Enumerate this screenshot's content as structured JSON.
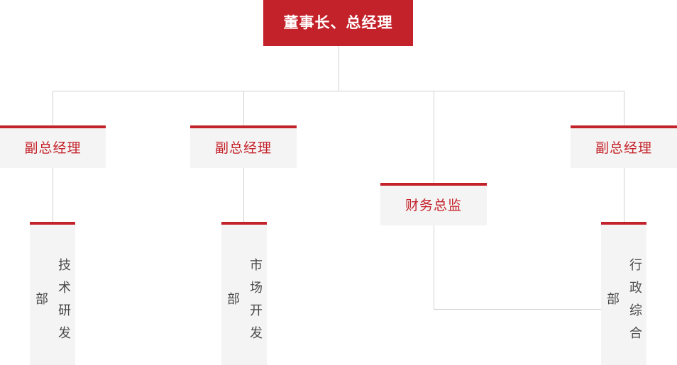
{
  "chart": {
    "type": "org-chart",
    "title": "",
    "background_color": "#ffffff",
    "accent_color": "#c4222a",
    "box_fill_color": "#f4f4f4",
    "line_color": "#d2d2d2",
    "nodes": {
      "executive": {
        "label": "董事长、总经理",
        "level": 1,
        "style": "solid-red",
        "text_color": "#ffffff"
      },
      "deputy_1": {
        "label": "副总经理",
        "level": 2,
        "style": "gray-red-top",
        "text_color": "#c4222a"
      },
      "deputy_2": {
        "label": "副总经理",
        "level": 2,
        "style": "gray-red-top",
        "text_color": "#c4222a"
      },
      "deputy_3": {
        "label": "副总经理",
        "level": 2,
        "style": "gray-red-top",
        "text_color": "#c4222a"
      },
      "cfo": {
        "label": "财务总监",
        "level": 2,
        "style": "gray-red-top",
        "text_color": "#c4222a"
      },
      "dept_1": {
        "label": "技术研发部",
        "level": 3,
        "orientation": "vertical",
        "text_color": "#4a4a4a"
      },
      "dept_2": {
        "label": "市场开发部",
        "level": 3,
        "orientation": "vertical",
        "text_color": "#4a4a4a"
      },
      "dept_3": {
        "label": "行政综合部",
        "level": 3,
        "orientation": "vertical",
        "text_color": "#4a4a4a"
      }
    }
  }
}
